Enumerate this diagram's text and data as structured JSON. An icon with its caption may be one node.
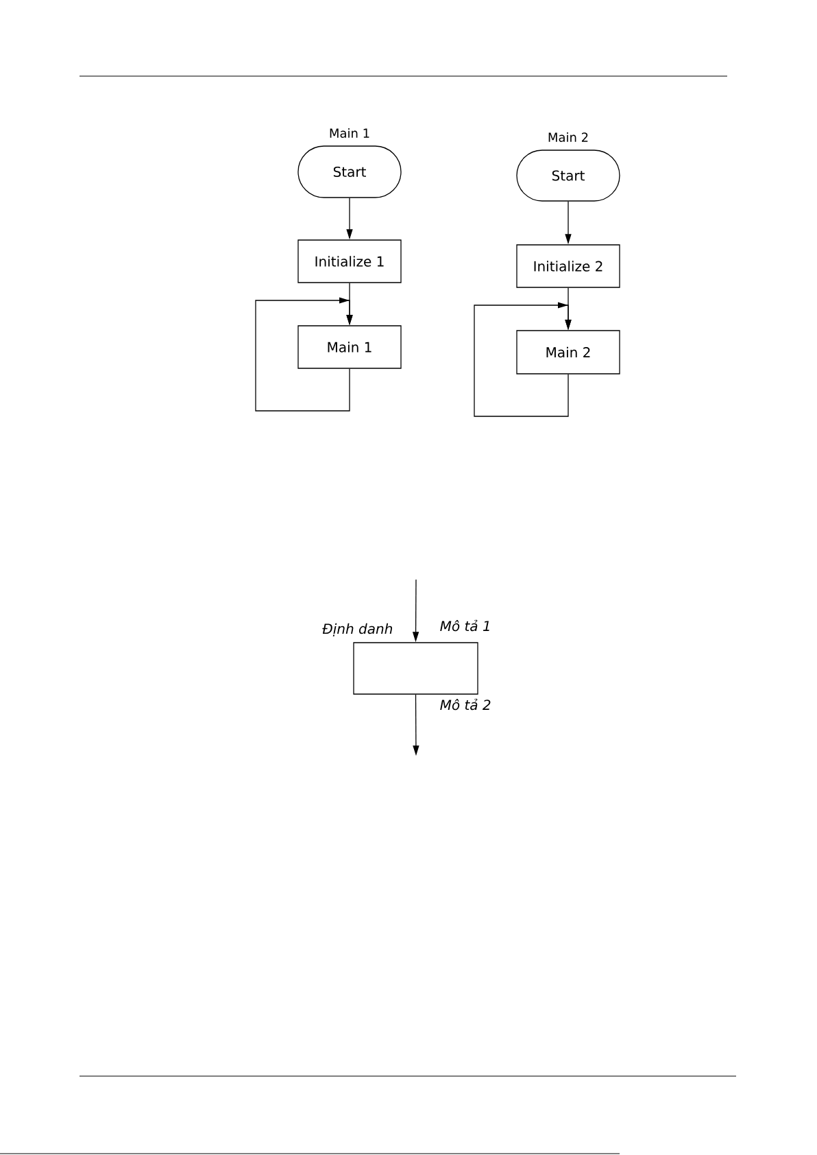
{
  "diagram": {
    "nodes": [
      {
        "text": [
          "Start"
        ],
        "beside": [
          "Main 1"
        ]
      },
      {
        "text": [
          "Initialize 1"
        ]
      },
      {
        "text": [
          "Main 1"
        ]
      },
      {
        "text": [
          "Start"
        ],
        "beside": [
          "Main 2"
        ]
      },
      {
        "text": [
          "Initialize 2"
        ]
      },
      {
        "text": [
          "Main 2"
        ]
      },
      {
        "text": [],
        "shape": "box",
        "beside": [
          "Định danh",
          "Mô tả 1",
          "Mô tả 2"
        ]
      }
    ],
    "edges": [
      {
        "from": 0,
        "to": 1,
        "arrow": "to"
      },
      {
        "from": 1,
        "to": 2,
        "arrow": "to"
      },
      {
        "from": 2,
        "to": 2,
        "arrow": "to"
      },
      {
        "from": 3,
        "to": 4,
        "arrow": "to"
      },
      {
        "from": 4,
        "to": 5,
        "arrow": "to"
      },
      {
        "from": 5,
        "to": 5,
        "arrow": "to"
      },
      {
        "from": null,
        "to": 6,
        "arrow": "to"
      },
      {
        "from": 6,
        "to": null,
        "arrow": "to"
      }
    ]
  }
}
